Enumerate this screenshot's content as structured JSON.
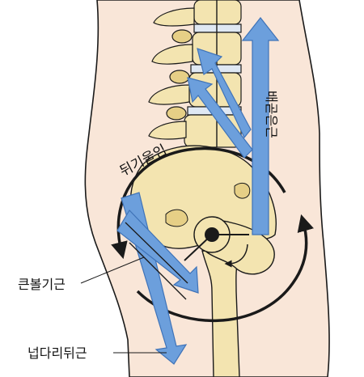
{
  "labels": {
    "pelvic_tilt": "뒤기울임",
    "abdominal": "배곧은근",
    "gluteus_maximus": "큰볼기근",
    "hamstrings": "넙다리뒤근"
  },
  "colors": {
    "skin": "#f9e6d8",
    "outline": "#1a1a1a",
    "bone": "#f3e4b0",
    "bone_shade": "#e6cf86",
    "disc": "#dfe8f3",
    "muscle_arrow": "#6c9fdc",
    "muscle_arrow_dark": "#3f73b8"
  }
}
